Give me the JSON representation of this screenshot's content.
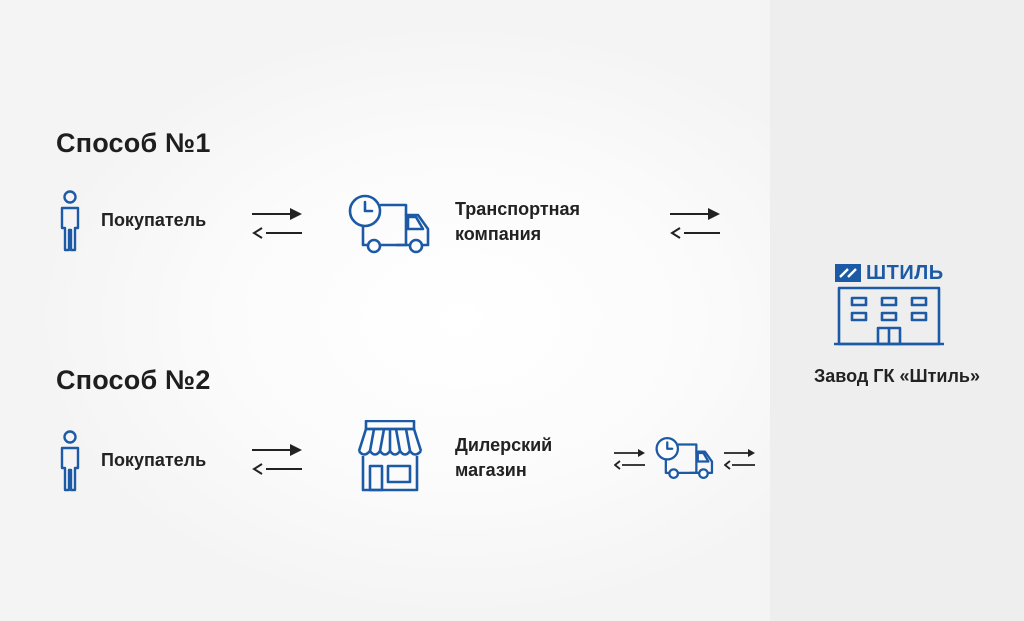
{
  "colors": {
    "icon_blue": "#1c5aa6",
    "arrow": "#222222",
    "text": "#222222"
  },
  "method1": {
    "heading": "Способ №1",
    "buyer_label": "Покупатель",
    "transport_label_line1": "Транспортная",
    "transport_label_line2": "компания"
  },
  "method2": {
    "heading": "Способ №2",
    "buyer_label": "Покупатель",
    "dealer_label_line1": "Дилерский",
    "dealer_label_line2": "магазин"
  },
  "factory": {
    "logo_text": "ШТИЛЬ",
    "label": "Завод ГК «Штиль»"
  },
  "icons": [
    "person-icon",
    "delivery-truck-icon",
    "storefront-icon",
    "factory-building-icon",
    "shtil-logo-icon",
    "exchange-arrows-icon"
  ]
}
